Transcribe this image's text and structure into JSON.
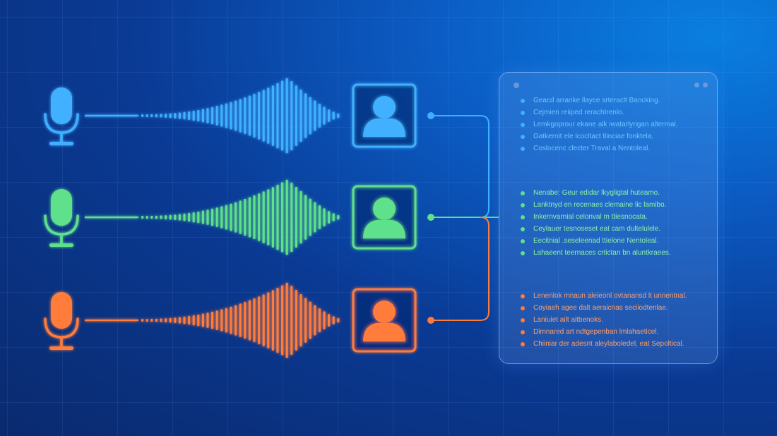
{
  "colors": {
    "blue": "#3fb0ff",
    "green": "#5fe08a",
    "orange": "#ff7b3a"
  },
  "speakers": [
    {
      "id": "blue",
      "icons": [
        "microphone-icon",
        "soundwave-icon",
        "user-avatar-icon"
      ]
    },
    {
      "id": "green",
      "icons": [
        "microphone-icon",
        "soundwave-icon",
        "user-avatar-icon"
      ]
    },
    {
      "id": "orange",
      "icons": [
        "microphone-icon",
        "soundwave-icon",
        "user-avatar-icon"
      ]
    }
  ],
  "transcript": {
    "blue": [
      "Geacd arranke llayce srteraclt Bancking.",
      "Cejmien reiiped rerachtrenlo.",
      "Lemkgoprour ekane alk iwatarlyrigan altermal.",
      "Gatkernit ele lcocltact tlinciae fonktela.",
      "Coslocenc clecter Traval a Nentoleal."
    ],
    "green": [
      "Nenabe: Geur edidar lkygligtal huteamo.",
      "Lanktnyd en recenaes clemaine lic lamibo.",
      "Inkernvarnial celonval m ttiesnocata.",
      "Ceylauer tesnoseset eat cam dultelulele.",
      "Eecitnial .seseleenad ttielone Nentoleal.",
      "Lahaeent teernaces crtictan bn aluntkraees."
    ],
    "orange": [
      "Lenenlok mnaun aleieonl ovtanansd lt unnentnal.",
      "Coyiaeh agee dalt aeraicnas seciiodtenlae.",
      "Laniuiet ailt aitbenoks.",
      "Dimnared art ndtgepenban lmlahaeticel.",
      "Chiiniar der adesnt aleylaboledel, eat Sepoltical."
    ]
  }
}
